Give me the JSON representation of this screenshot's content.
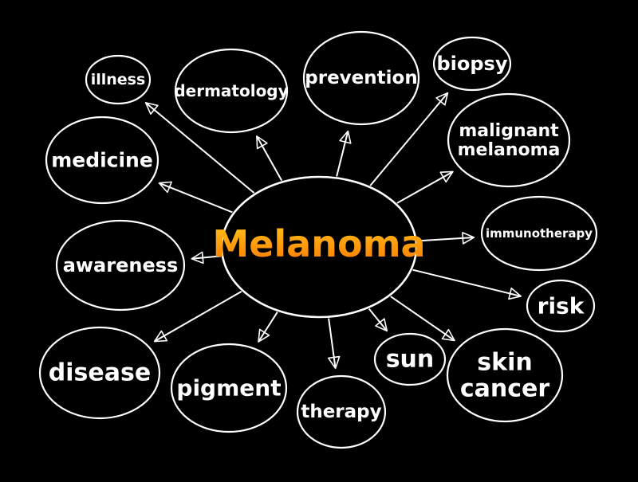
{
  "theme": {
    "background": "#000000",
    "line": "#ffffff",
    "center_gradient_top": "#ffc21a",
    "center_gradient_bottom": "#ff7a00"
  },
  "center": {
    "label": "Melanoma"
  },
  "nodes": [
    {
      "id": "illness",
      "label": "illness"
    },
    {
      "id": "dermatology",
      "label": "dermatology"
    },
    {
      "id": "prevention",
      "label": "prevention"
    },
    {
      "id": "biopsy",
      "label": "biopsy"
    },
    {
      "id": "malignant-melanoma",
      "label": "malignant melanoma"
    },
    {
      "id": "medicine",
      "label": "medicine"
    },
    {
      "id": "immunotherapy",
      "label": "immunotherapy"
    },
    {
      "id": "awareness",
      "label": "awareness"
    },
    {
      "id": "risk",
      "label": "risk"
    },
    {
      "id": "disease",
      "label": "disease"
    },
    {
      "id": "pigment",
      "label": "pigment"
    },
    {
      "id": "therapy",
      "label": "therapy"
    },
    {
      "id": "sun",
      "label": "sun"
    },
    {
      "id": "skin-cancer",
      "label": "skin cancer"
    }
  ]
}
